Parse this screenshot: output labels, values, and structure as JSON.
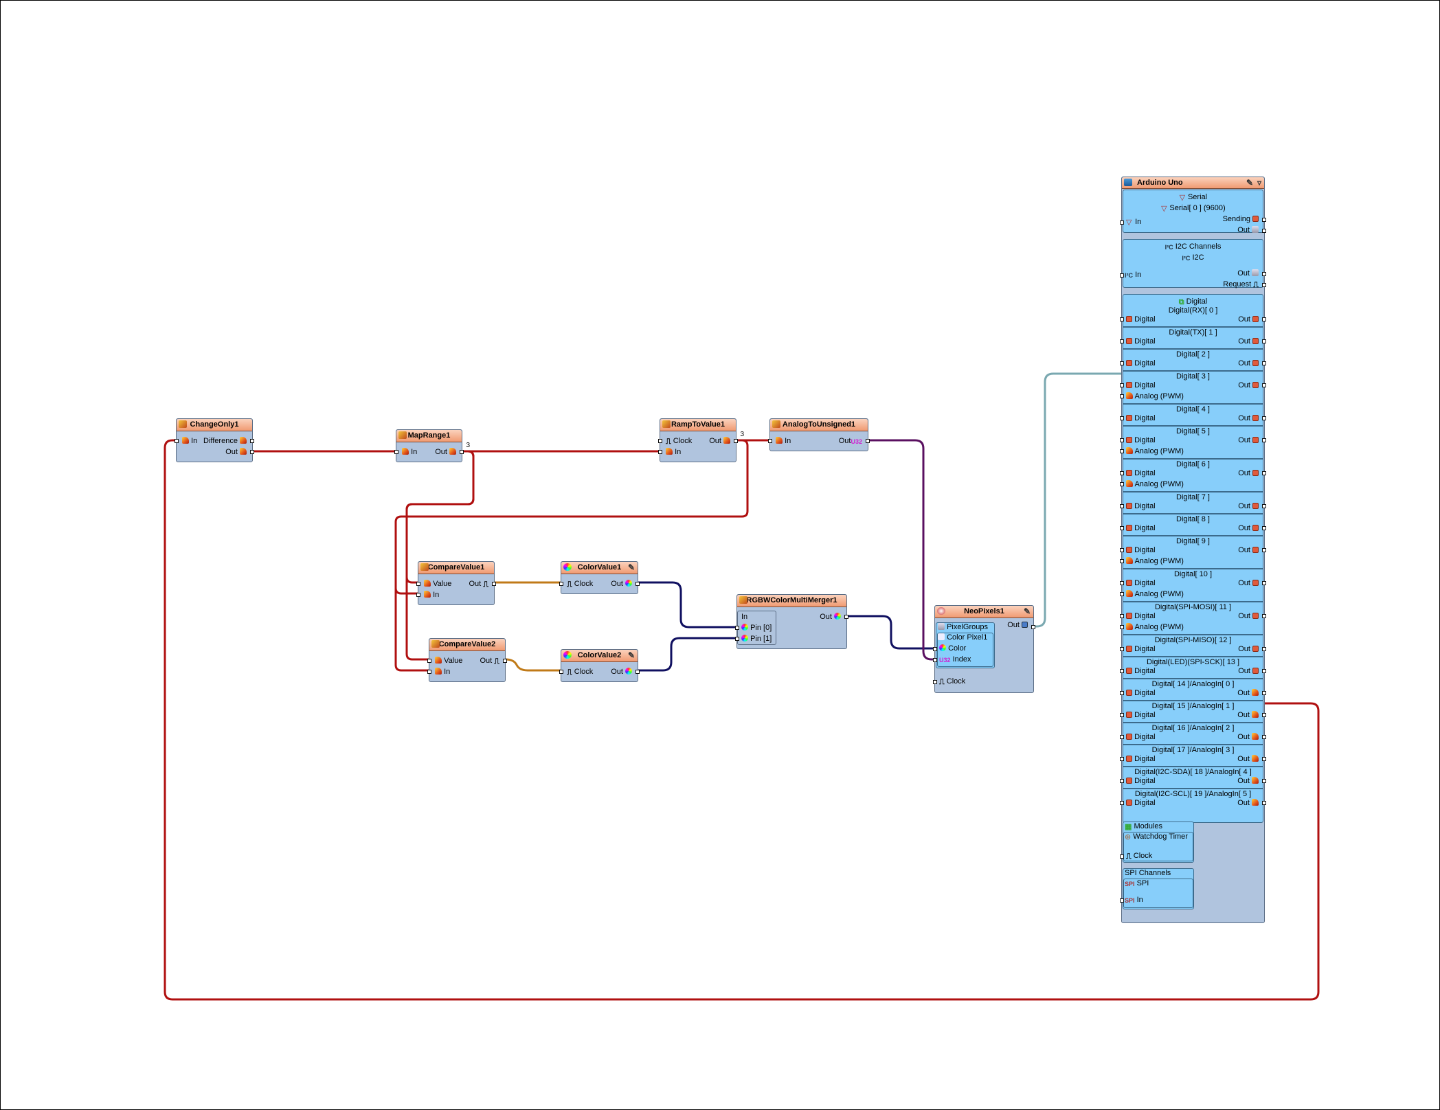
{
  "components": {
    "change_only": {
      "title": "ChangeOnly1",
      "pins_in": [
        "In"
      ],
      "pins_out": [
        "Difference",
        "Out"
      ]
    },
    "map_range": {
      "title": "MapRange1",
      "pin_in": "In",
      "pin_out": "Out",
      "out_count": "3"
    },
    "ramp_to_value": {
      "title": "RampToValue1",
      "pins_in": [
        "Clock",
        "In"
      ],
      "pin_out": "Out",
      "out_count": "3"
    },
    "analog_to_unsigned": {
      "title": "AnalogToUnsigned1",
      "pin_in": "In",
      "pin_out": "Out",
      "out_type": "U32"
    },
    "compare_value1": {
      "title": "CompareValue1",
      "pins_in": [
        "Value",
        "In"
      ],
      "pin_out": "Out"
    },
    "compare_value2": {
      "title": "CompareValue2",
      "pins_in": [
        "Value",
        "In"
      ],
      "pin_out": "Out"
    },
    "color_value1": {
      "title": "ColorValue1",
      "pin_in": "Clock",
      "pin_out": "Out"
    },
    "color_value2": {
      "title": "ColorValue2",
      "pin_in": "Clock",
      "pin_out": "Out"
    },
    "rgbw_merger": {
      "title": "RGBWColorMultiMerger1",
      "pins_in": [
        "In",
        "Pin [0]",
        "Pin [1]"
      ],
      "pin_out": "Out"
    },
    "neopixels": {
      "title": "NeoPixels1",
      "pixel_groups": "PixelGroups",
      "color_pixel": "Color Pixel1",
      "pins_in": [
        "Color",
        "Index"
      ],
      "index_type": "U32",
      "pin_out": "Out",
      "clock": "Clock"
    }
  },
  "arduino": {
    "title": "Arduino Uno",
    "serial": {
      "header": "Serial",
      "sub": "Serial[ 0 ] (9600)",
      "pin_in": "In",
      "pins_out": [
        "Sending",
        "Out"
      ]
    },
    "i2c": {
      "header": "I2C Channels",
      "sub": "I2C",
      "pin_in": "In",
      "pins_out": [
        "Out",
        "Request"
      ]
    },
    "digital": {
      "header": "Digital",
      "pins": [
        {
          "name": "Digital(RX)[ 0 ]",
          "in": "Digital",
          "out": "Out"
        },
        {
          "name": "Digital(TX)[ 1 ]",
          "in": "Digital",
          "out": "Out"
        },
        {
          "name": "Digital[ 2 ]",
          "in": "Digital",
          "out": "Out"
        },
        {
          "name": "Digital[ 3 ]",
          "in": "Digital",
          "out": "Out",
          "pwm": "Analog (PWM)"
        },
        {
          "name": "Digital[ 4 ]",
          "in": "Digital",
          "out": "Out"
        },
        {
          "name": "Digital[ 5 ]",
          "in": "Digital",
          "out": "Out",
          "pwm": "Analog (PWM)"
        },
        {
          "name": "Digital[ 6 ]",
          "in": "Digital",
          "out": "Out",
          "pwm": "Analog (PWM)"
        },
        {
          "name": "Digital[ 7 ]",
          "in": "Digital",
          "out": "Out"
        },
        {
          "name": "Digital[ 8 ]",
          "in": "Digital",
          "out": "Out"
        },
        {
          "name": "Digital[ 9 ]",
          "in": "Digital",
          "out": "Out",
          "pwm": "Analog (PWM)"
        },
        {
          "name": "Digital[ 10 ]",
          "in": "Digital",
          "out": "Out",
          "pwm": "Analog (PWM)"
        },
        {
          "name": "Digital(SPI-MOSI)[ 11 ]",
          "in": "Digital",
          "out": "Out",
          "pwm": "Analog (PWM)"
        },
        {
          "name": "Digital(SPI-MISO)[ 12 ]",
          "in": "Digital",
          "out": "Out"
        },
        {
          "name": "Digital(LED)(SPI-SCK)[ 13 ]",
          "in": "Digital",
          "out": "Out"
        },
        {
          "name": "Digital[ 14 ]/AnalogIn[ 0 ]",
          "in": "Digital",
          "out": "Out"
        },
        {
          "name": "Digital[ 15 ]/AnalogIn[ 1 ]",
          "in": "Digital",
          "out": "Out"
        },
        {
          "name": "Digital[ 16 ]/AnalogIn[ 2 ]",
          "in": "Digital",
          "out": "Out"
        },
        {
          "name": "Digital[ 17 ]/AnalogIn[ 3 ]",
          "in": "Digital",
          "out": "Out"
        },
        {
          "name": "Digital(I2C-SDA)[ 18 ]/AnalogIn[ 4 ]",
          "in": "Digital",
          "out": "Out"
        },
        {
          "name": "Digital(I2C-SCL)[ 19 ]/AnalogIn[ 5 ]",
          "in": "Digital",
          "out": "Out"
        }
      ]
    },
    "modules": {
      "header": "Modules",
      "watchdog": "Watchdog Timer",
      "clock": "Clock"
    },
    "spi": {
      "header": "SPI Channels",
      "sub": "SPI",
      "pin_in": "In"
    }
  },
  "colors": {
    "analog_wire": "#b01010",
    "digital_wire": "#c07a18",
    "color_wire": "#101060",
    "unsigned_wire": "#5a1060",
    "serial_wire": "#7aa8b0",
    "component_body": "#b0c4de",
    "component_header": "#f09a72",
    "arduino_body": "#87cefa"
  }
}
